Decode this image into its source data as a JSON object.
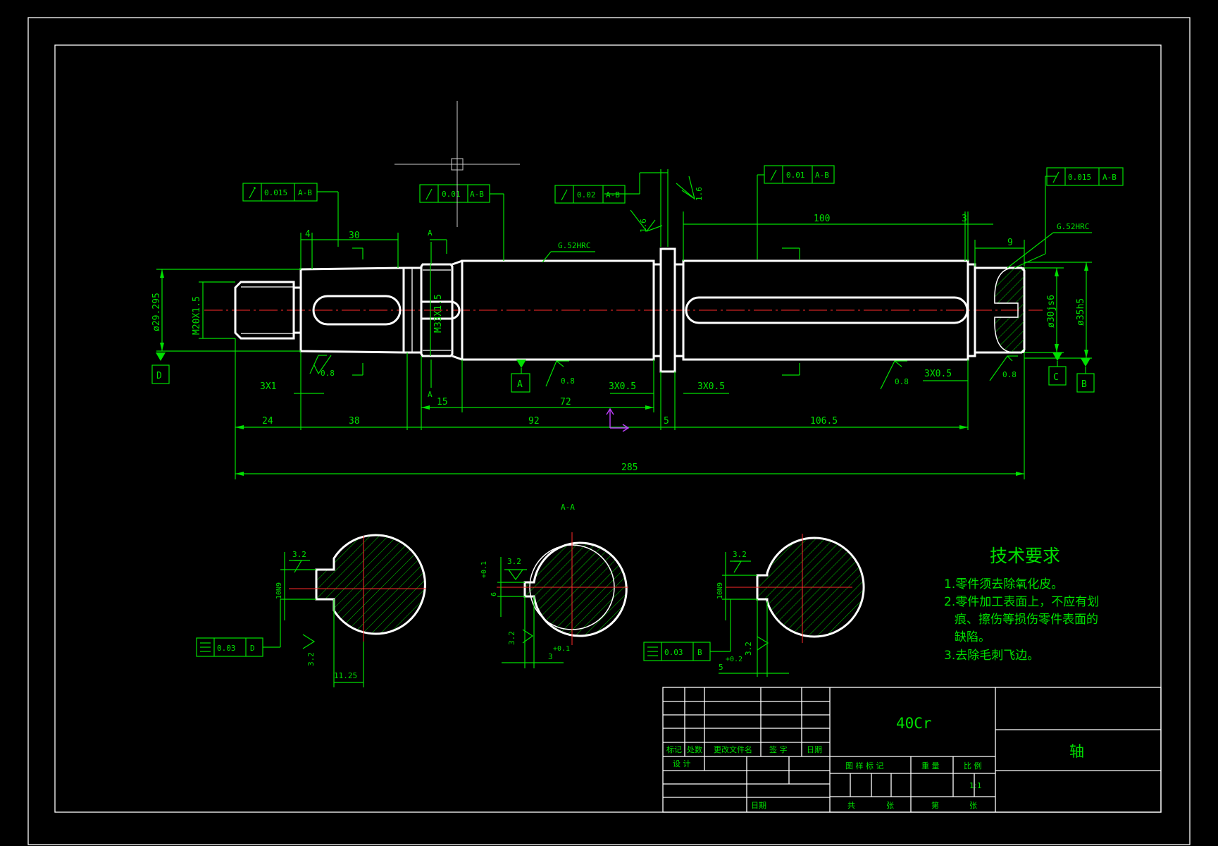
{
  "section_label": "A-A",
  "hardness": "G.52HRC",
  "datums": {
    "a": "A",
    "b": "B",
    "c": "C",
    "d": "D"
  },
  "dims": {
    "d1": "4",
    "d2": "30",
    "d3": "100",
    "d4": "3",
    "d5": "9",
    "d6": "ø29.295",
    "d7": "M20X1.5",
    "d8": "M33X1.5",
    "d9": "ø30js6",
    "d10": "ø35h5",
    "d11": "3X1",
    "d12": "15",
    "d13": "72",
    "d14": "3X0.5",
    "d15": "3X0.5",
    "d16": "3X0.5",
    "d17": "24",
    "d18": "38",
    "d19": "92",
    "d20": "5",
    "d21": "106.5",
    "d22": "285"
  },
  "roughness": {
    "r08": "0.8",
    "r16": "1.6",
    "r32": "3.2"
  },
  "tolerances": {
    "t1": {
      "val": "0.015",
      "ref": "A-B"
    },
    "t2": {
      "val": "0.01",
      "ref": "A-B"
    },
    "t3": {
      "val": "0.02",
      "ref": "A-B"
    },
    "t4": {
      "val": "0.01",
      "ref": "A-B"
    },
    "t5": {
      "val": "0.015",
      "ref": "A-B"
    },
    "t6": {
      "val": "0.03",
      "ref": "D"
    },
    "t7": {
      "val": "0.03",
      "ref": "B"
    }
  },
  "sections": {
    "s1": {
      "width": "10N9",
      "depth": "11.25"
    },
    "s2": {
      "width": "6",
      "width_tol": "+0.1",
      "depth": "3",
      "depth_tol": "+0.1"
    },
    "s3": {
      "width": "10N9",
      "depth": "5",
      "depth_tol": "+0.2"
    }
  },
  "tech_title": "技术要求",
  "tech_lines": [
    "1.零件须去除氧化皮。",
    "2.零件加工表面上，不应有划",
    "痕、擦伤等损伤零件表面的",
    "缺陷。",
    "3.去除毛刺飞边。"
  ],
  "title_block": {
    "material": "40Cr",
    "part_name": "轴",
    "h_mark": "标记",
    "h_count": "处数",
    "h_doc": "更改文件名",
    "h_sign": "签 字",
    "h_date": "日期",
    "design": "设 计",
    "date2": "日期",
    "stage": "图 样 标 记",
    "weight": "重 量",
    "scale_label": "比 例",
    "scale_value": "1:1",
    "total": "共",
    "sheet": "张",
    "no": "第",
    "sheet2": "张"
  },
  "colors": {
    "line": "#00e000",
    "part": "#ffffff",
    "center": "#ff2a2a",
    "ucs": "#c040ff",
    "background": "#000000"
  }
}
